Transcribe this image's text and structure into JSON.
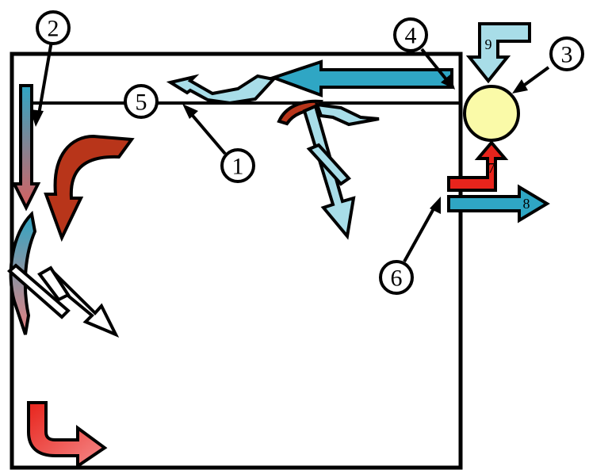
{
  "callouts": [
    {
      "id": "1",
      "label": "1"
    },
    {
      "id": "2",
      "label": "2"
    },
    {
      "id": "3",
      "label": "3"
    },
    {
      "id": "4",
      "label": "4"
    },
    {
      "id": "5",
      "label": "5"
    },
    {
      "id": "6",
      "label": "6"
    }
  ],
  "arrow_numbers": {
    "seven": "7",
    "eight": "8",
    "nine": "9"
  },
  "colors": {
    "light_blue": "#a8dde8",
    "teal": "#2fa6c4",
    "dark_red": "#b8351a",
    "red": "#e8241c",
    "pink": "#f06a6a",
    "yellow": "#fafaa8",
    "outline": "#000000"
  }
}
